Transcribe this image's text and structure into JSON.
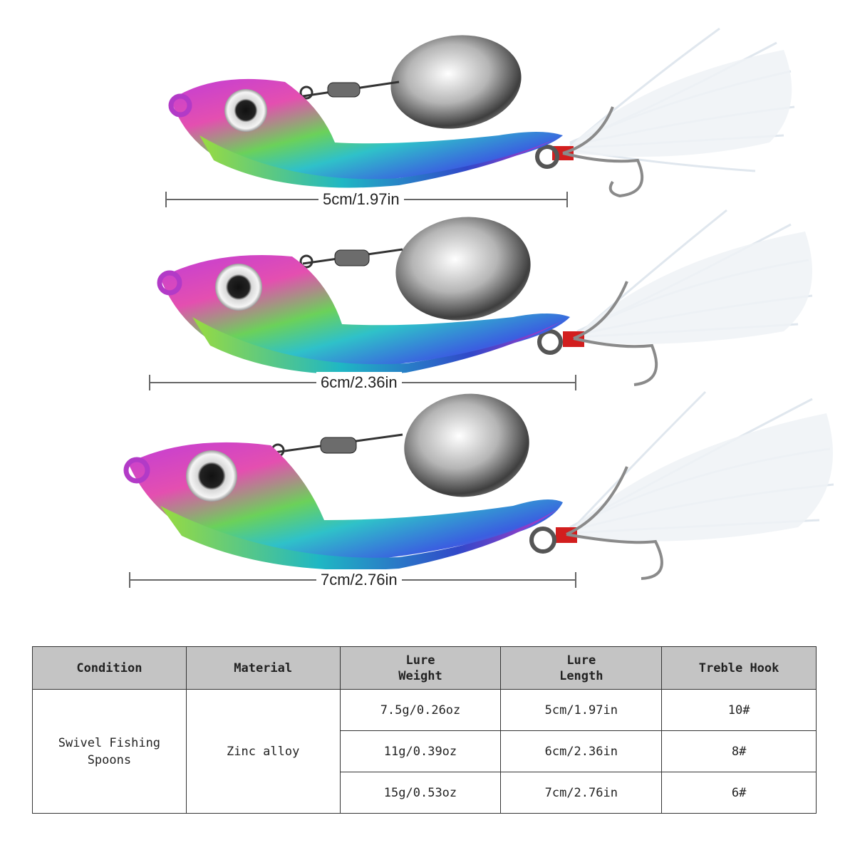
{
  "lures": [
    {
      "name": "lure-5cm",
      "dimension_label": "5cm/1.97in"
    },
    {
      "name": "lure-6cm",
      "dimension_label": "6cm/2.36in"
    },
    {
      "name": "lure-7cm",
      "dimension_label": "7cm/2.76in"
    }
  ],
  "spec_table": {
    "headers": {
      "condition": "Condition",
      "material": "Material",
      "lure_weight": "Lure\nWeight",
      "lure_length": "Lure\nLength",
      "treble_hook": "Treble Hook"
    },
    "condition": "Swivel Fishing\nSpoons",
    "material": "Zinc alloy",
    "rows": [
      {
        "weight": "7.5g/0.26oz",
        "length": "5cm/1.97in",
        "hook": "10#"
      },
      {
        "weight": "11g/0.39oz",
        "length": "6cm/2.36in",
        "hook": "8#"
      },
      {
        "weight": "15g/0.53oz",
        "length": "7cm/2.76in",
        "hook": "6#"
      }
    ]
  },
  "colors": {
    "blade": "#c8c8c8",
    "feather": "#eef2f6",
    "thread": "#d21e1e",
    "hook": "#8a8a8a",
    "header_bg": "#c4c4c4"
  }
}
